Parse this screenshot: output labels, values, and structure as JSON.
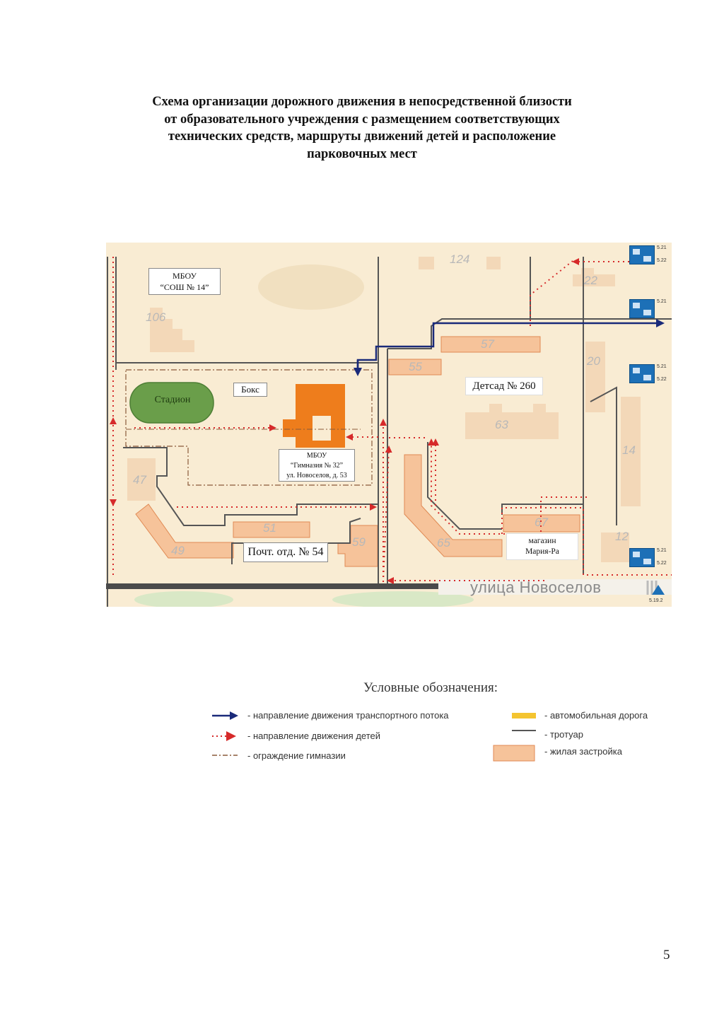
{
  "title": {
    "line1": "Схема организации дорожного движения в непосредственной близости",
    "line2": "от образовательного учреждения с размещением соответствующих",
    "line3": "технических средств, маршруты движений детей и расположение",
    "line4": "парковочных мест"
  },
  "map": {
    "labels": {
      "school14_line1": "МБОУ",
      "school14_line2": "“СОШ № 14”",
      "stadium": "Стадион",
      "box": "Бокс",
      "gym_line1": "МБОУ",
      "gym_line2": "“Гимназия № 32”",
      "gym_line3": "ул. Новоселов, д. 53",
      "kindergarten": "Детсад № 260",
      "post_office": "Почт. отд. № 54",
      "shop_line1": "магазин",
      "shop_line2": "Мария-Ра"
    },
    "street": "улица Новоселов",
    "building_numbers": {
      "b124": "124",
      "b22": "22",
      "b106": "106",
      "b57": "57",
      "b55": "55",
      "b20": "20",
      "b63": "63",
      "b14": "14",
      "b47": "47",
      "b51": "51",
      "b49": "49",
      "b59": "59",
      "b65": "65",
      "b67": "67",
      "b12": "12"
    },
    "sign_codes": {
      "s1": "5.21",
      "s1b": "5.22",
      "s2": "5.21",
      "s3": "5.21",
      "s3b": "5.22",
      "s4": "5.21",
      "s4b": "5.22",
      "s5": "5.19.2"
    },
    "colors": {
      "background": "#f9ecd3",
      "building": "#f6c39a",
      "building_faded": "#f3d8b8",
      "road_line": "#555555",
      "traffic_arrow": "#1a2a7a",
      "children_path": "#d62a2a",
      "fence": "#8a5a3a",
      "gymnasium": "#ee7d1c",
      "stadium": "#6a9e4a",
      "sign": "#1d70b7"
    },
    "icons": {
      "traffic_sign": "crosswalk-sign-icon"
    }
  },
  "legend": {
    "title": "Условные обозначения:",
    "items": [
      {
        "label": "- направление движения транспортного потока"
      },
      {
        "label": "- направление движения детей"
      },
      {
        "label": "- ограждение гимназии"
      },
      {
        "label": "- автомобильная дорога"
      },
      {
        "label": "- тротуар"
      },
      {
        "label": "- жилая застройка"
      }
    ]
  },
  "page_number": "5"
}
